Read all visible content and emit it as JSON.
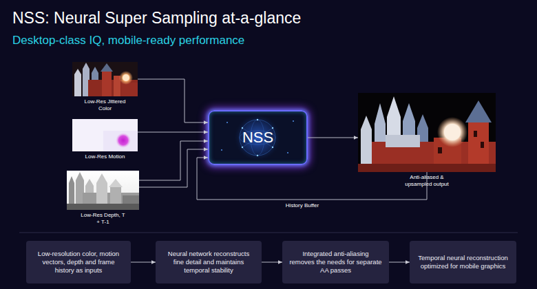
{
  "diagram": {
    "title": "NSS: Neural Super Sampling at-a-glance",
    "nodes": [
      {
        "text": [
          "Low-Res Jittered Color"
        ]
      },
      {
        "text": [
          "Low-Res Motion"
        ]
      },
      {
        "text": [
          "Low-Res Depth, T + T-1"
        ]
      },
      {
        "text": [
          "NSS"
        ]
      },
      {
        "text": [
          "Anti-aliased & upsampled output"
        ]
      },
      {
        "text": [
          "Low-resolution color, motion vectors, depth and frame history as inputs"
        ]
      },
      {
        "text": [
          "Neural network reconstructs fine detail and maintains temporal stability"
        ]
      },
      {
        "text": [
          "Integrated anti-aliasing removes the needs for separate AA passes"
        ]
      },
      {
        "text": [
          "Temporal neural reconstruction optimized for mobile graphics"
        ]
      }
    ],
    "edges": [
      {
        "from": 0,
        "to": 3,
        "arrow": "to"
      },
      {
        "from": 1,
        "to": 3,
        "arrow": "to"
      },
      {
        "from": 2,
        "to": 3,
        "arrow": "to"
      },
      {
        "from": 2,
        "to": 3,
        "arrow": "to"
      },
      {
        "from": 4,
        "to": 3,
        "label": "History Buffer",
        "arrow": "to"
      },
      {
        "from": 3,
        "to": 4,
        "arrow": "to"
      },
      {
        "from": 5,
        "to": 6,
        "arrow": "to"
      },
      {
        "from": 6,
        "to": 7,
        "arrow": "to"
      },
      {
        "from": 7,
        "to": 8,
        "arrow": "to"
      }
    ],
    "labels": [
      "Desktop-class IQ, mobile-ready performance"
    ]
  }
}
